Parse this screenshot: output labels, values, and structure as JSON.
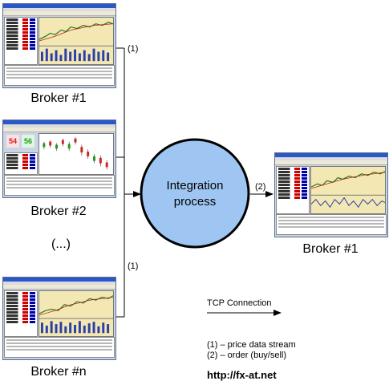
{
  "diagram": {
    "sources": [
      {
        "label": "Broker #1"
      },
      {
        "label": "Broker #2"
      },
      {
        "label": "(...)"
      },
      {
        "label": "Broker #n"
      }
    ],
    "stream_labels": [
      "(1)",
      "(1)"
    ],
    "process_label_line1": "Integration",
    "process_label_line2": "process",
    "output_edge_label": "(2)",
    "target_label": "Broker #1",
    "legend": {
      "connection": "TCP Connection",
      "line1": "(1) – price data stream",
      "line2": "(2) – order (buy/sell)"
    },
    "url": "http://fx-at.net",
    "quote_bid": "54",
    "quote_ask": "56",
    "colors": {
      "process_fill": "#9fc6f2",
      "chart_bg": "#f3e7b4",
      "bid": "#d62020",
      "ask": "#1d9a1d"
    }
  }
}
